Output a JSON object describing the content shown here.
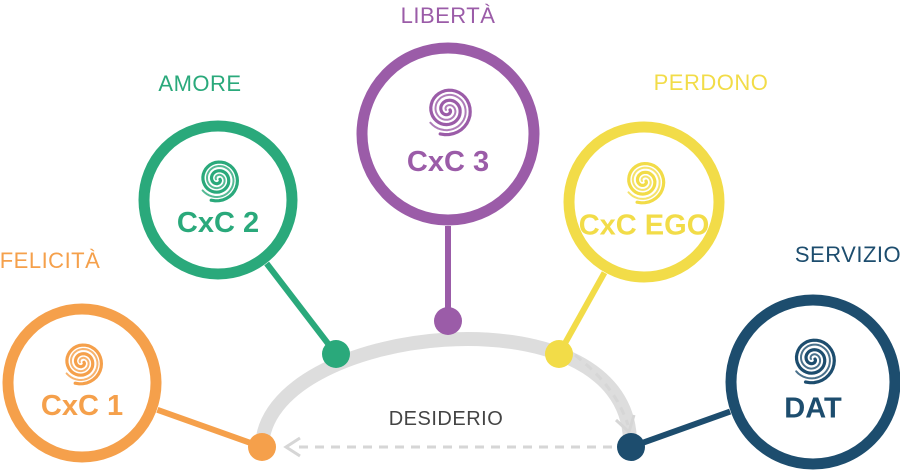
{
  "center_label": "DESIDERIO",
  "colors": {
    "arc": "#dddddd",
    "dashed": "#d6d6d6",
    "text_dark": "#444444"
  },
  "nodes": [
    {
      "id": "cxc1",
      "value": "FELICITÀ",
      "code": "CxC 1",
      "color": "#f5a04b",
      "icon": "spiral-icon"
    },
    {
      "id": "cxc2",
      "value": "AMORE",
      "code": "CxC 2",
      "color": "#2aa97b",
      "icon": "spiral-icon"
    },
    {
      "id": "cxc3",
      "value": "LIBERTÀ",
      "code": "CxC 3",
      "color": "#9b5ca8",
      "icon": "spiral-icon"
    },
    {
      "id": "cxcego",
      "value": "PERDONO",
      "code": "CxC EGO",
      "color": "#f2dc48",
      "icon": "spiral-icon"
    },
    {
      "id": "dat",
      "value": "SERVIZIO",
      "code": "DAT",
      "color": "#1d4d6e",
      "icon": "spiral-icon"
    }
  ]
}
